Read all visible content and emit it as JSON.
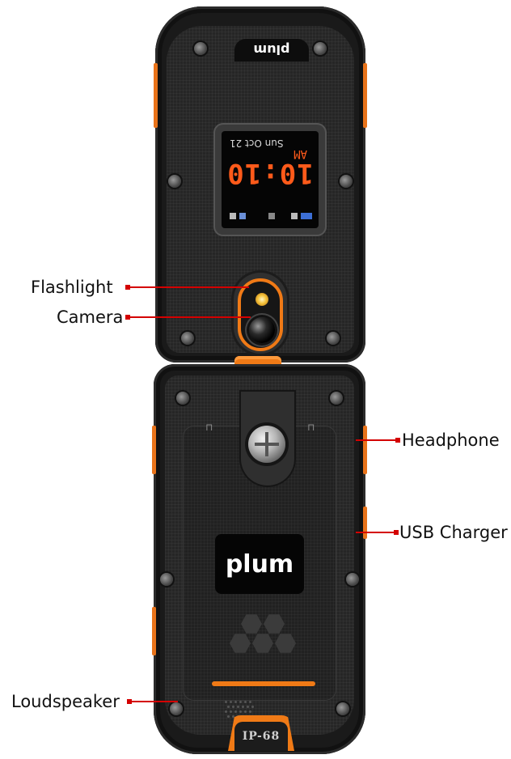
{
  "device": {
    "brand_top": "plum",
    "brand_back": "plum",
    "screen": {
      "date": "Sun Oct 21",
      "time": "10:10",
      "ampm": "AM"
    },
    "rating_badge": "IP-68"
  },
  "callouts": {
    "flashlight": "Flashlight",
    "camera": "Camera",
    "headphone": "Headphone",
    "usb_charger": "USB Charger",
    "loudspeaker": "Loudspeaker"
  },
  "colors": {
    "accent_orange": "#f07a16",
    "callout_red": "#d40000",
    "body_black": "#1a1a1a"
  }
}
